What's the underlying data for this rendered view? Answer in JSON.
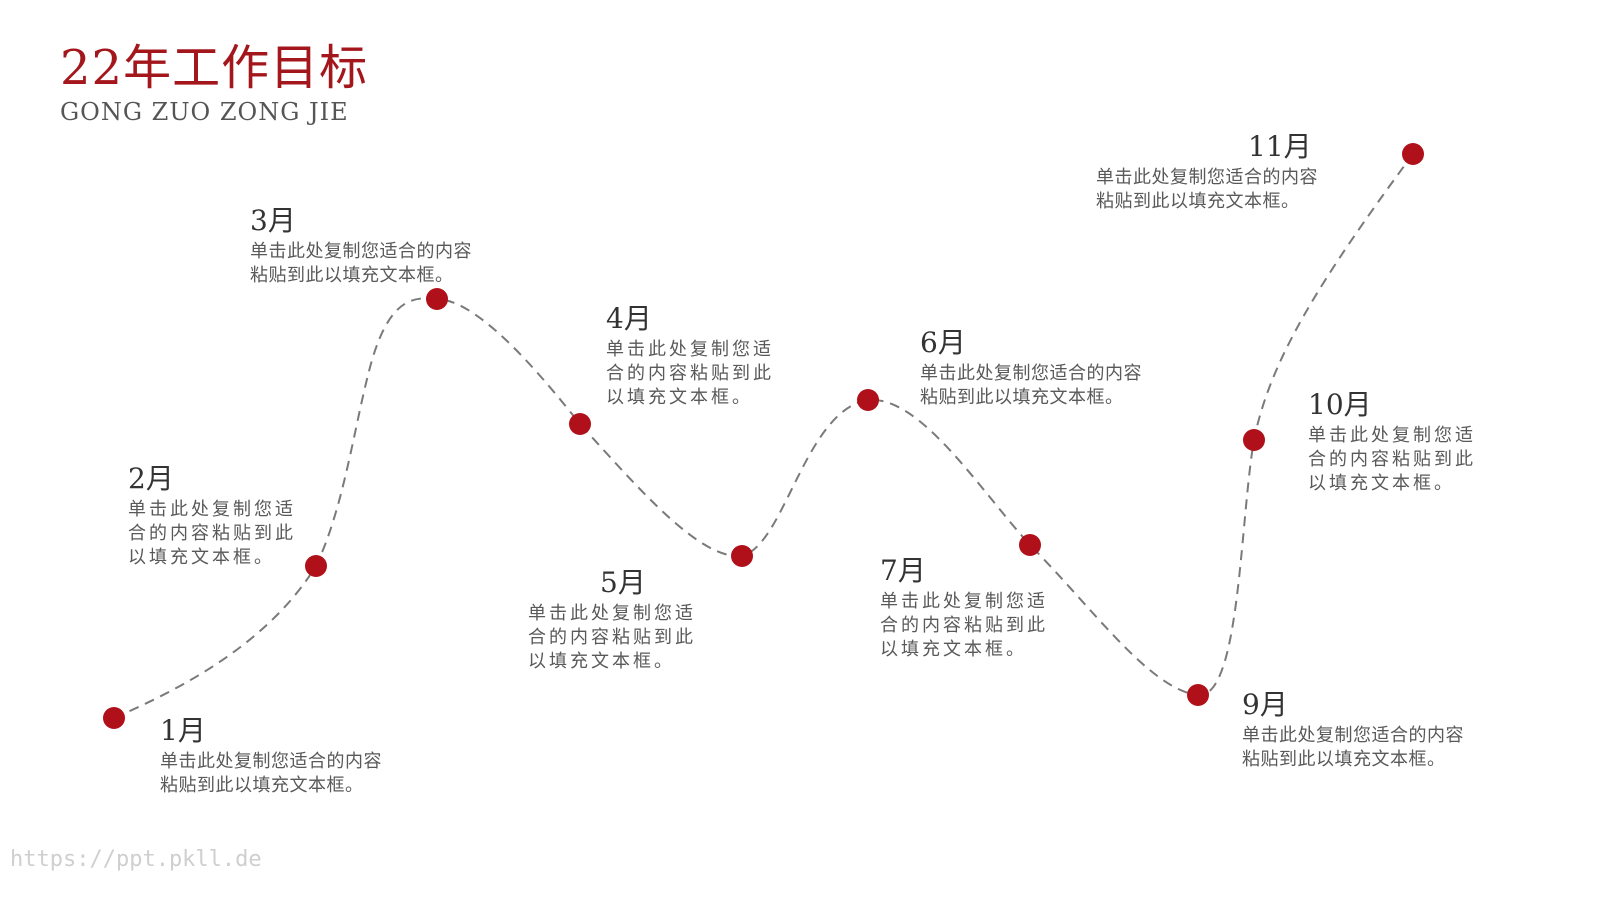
{
  "title": "22年工作目标",
  "subtitle": "GONG ZUO ZONG JIE",
  "watermark": "https://ppt.pkll.de",
  "colors": {
    "accent": "#a3161c",
    "dot": "#b0101a",
    "line": "#7a7a7a"
  },
  "milestones": [
    {
      "month": "1月",
      "lines": [
        "单击此处复制您适合的内容",
        "粘贴到此以填充文本框。"
      ]
    },
    {
      "month": "2月",
      "lines": [
        "单击此处复制您适",
        "合的内容粘贴到此",
        "以填充文本框。"
      ]
    },
    {
      "month": "3月",
      "lines": [
        "单击此处复制您适合的内容",
        "粘贴到此以填充文本框。"
      ]
    },
    {
      "month": "4月",
      "lines": [
        "单击此处复制您适",
        "合的内容粘贴到此",
        "以填充文本框。"
      ]
    },
    {
      "month": "5月",
      "lines": [
        "单击此处复制您适",
        "合的内容粘贴到此",
        "以填充文本框。"
      ]
    },
    {
      "month": "6月",
      "lines": [
        "单击此处复制您适合的内容",
        "粘贴到此以填充文本框。"
      ]
    },
    {
      "month": "7月",
      "lines": [
        "单击此处复制您适",
        "合的内容粘贴到此",
        "以填充文本框。"
      ]
    },
    {
      "month": "9月",
      "lines": [
        "单击此处复制您适合的内容",
        "粘贴到此以填充文本框。"
      ]
    },
    {
      "month": "10月",
      "lines": [
        "单击此处复制您适",
        "合的内容粘贴到此",
        "以填充文本框。"
      ]
    },
    {
      "month": "11月",
      "lines": [
        "单击此处复制您适合的内容",
        "粘贴到此以填充文本框。"
      ]
    }
  ]
}
